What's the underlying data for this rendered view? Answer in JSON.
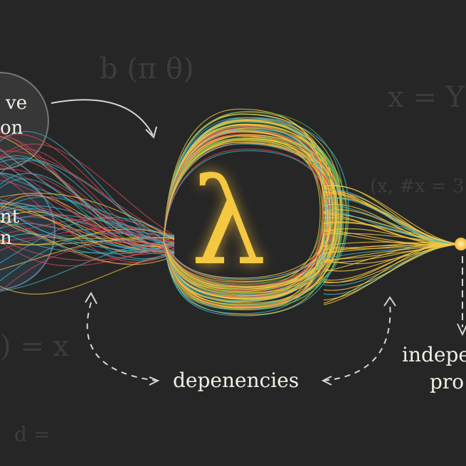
{
  "labels": {
    "bubble_top_line1": "ve",
    "bubble_top_line2": "on",
    "bubble_bottom_line1": "nt",
    "bubble_bottom_line2": "n",
    "center_symbol": "λ",
    "dependencies": "depenencies",
    "right_line1": "indepe",
    "right_line2": "pro"
  },
  "colors": {
    "background": "#262626",
    "gold": "#f5c842",
    "teal": "#3fb6c9",
    "red": "#d9475a",
    "green": "#4caf50",
    "chalk": "#e8e6e0"
  }
}
